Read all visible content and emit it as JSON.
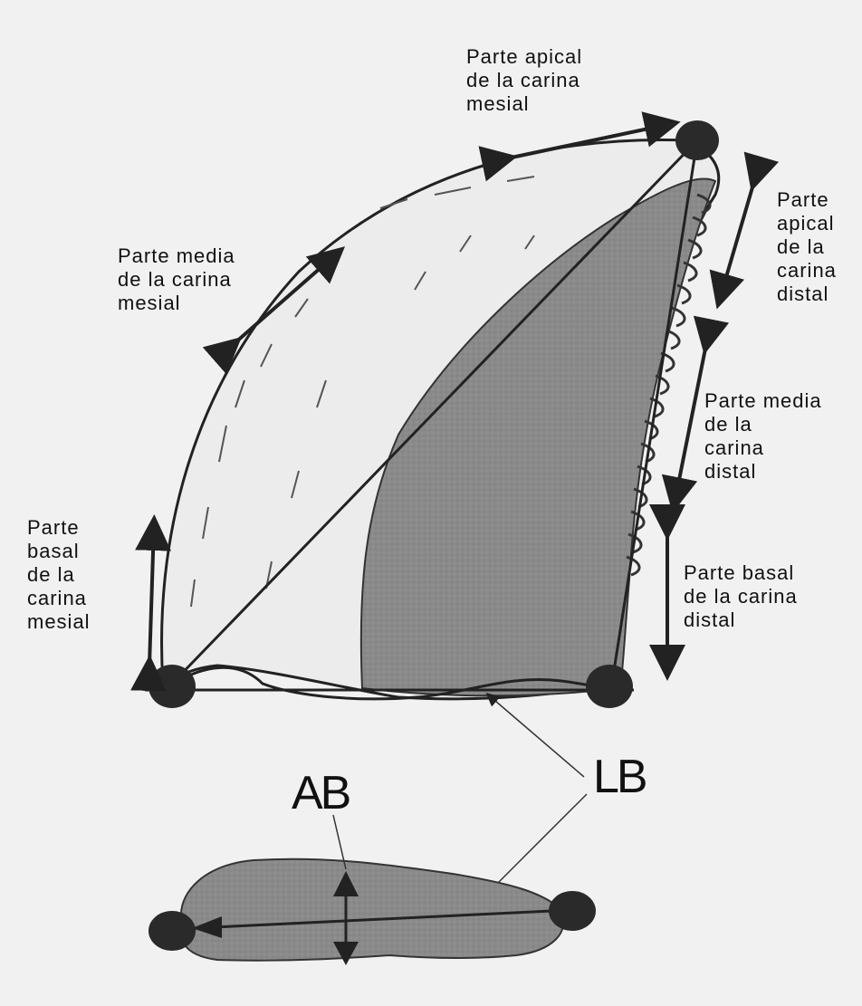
{
  "labels": {
    "apical_mesial": [
      "Parte apical",
      "de la carina",
      "mesial"
    ],
    "media_mesial": [
      "Parte media",
      "de la carina",
      "mesial"
    ],
    "basal_mesial": [
      "Parte",
      "basal",
      "de la",
      "carina",
      "mesial"
    ],
    "apical_distal": [
      "Parte",
      "apical",
      "de la",
      "carina",
      "distal"
    ],
    "media_distal": [
      "Parte media",
      "de la",
      "carina",
      "distal"
    ],
    "basal_distal": [
      "Parte basal",
      "de la carina",
      "distal"
    ],
    "ab": "AB",
    "lb": "LB"
  },
  "colors": {
    "background": "#f1f1f1",
    "crown_light": "#e9e9e9",
    "crown_dark": "#8c8c8c",
    "section_fill": "#8a8a8a",
    "outline": "#222222",
    "node": "#2a2a2a"
  }
}
